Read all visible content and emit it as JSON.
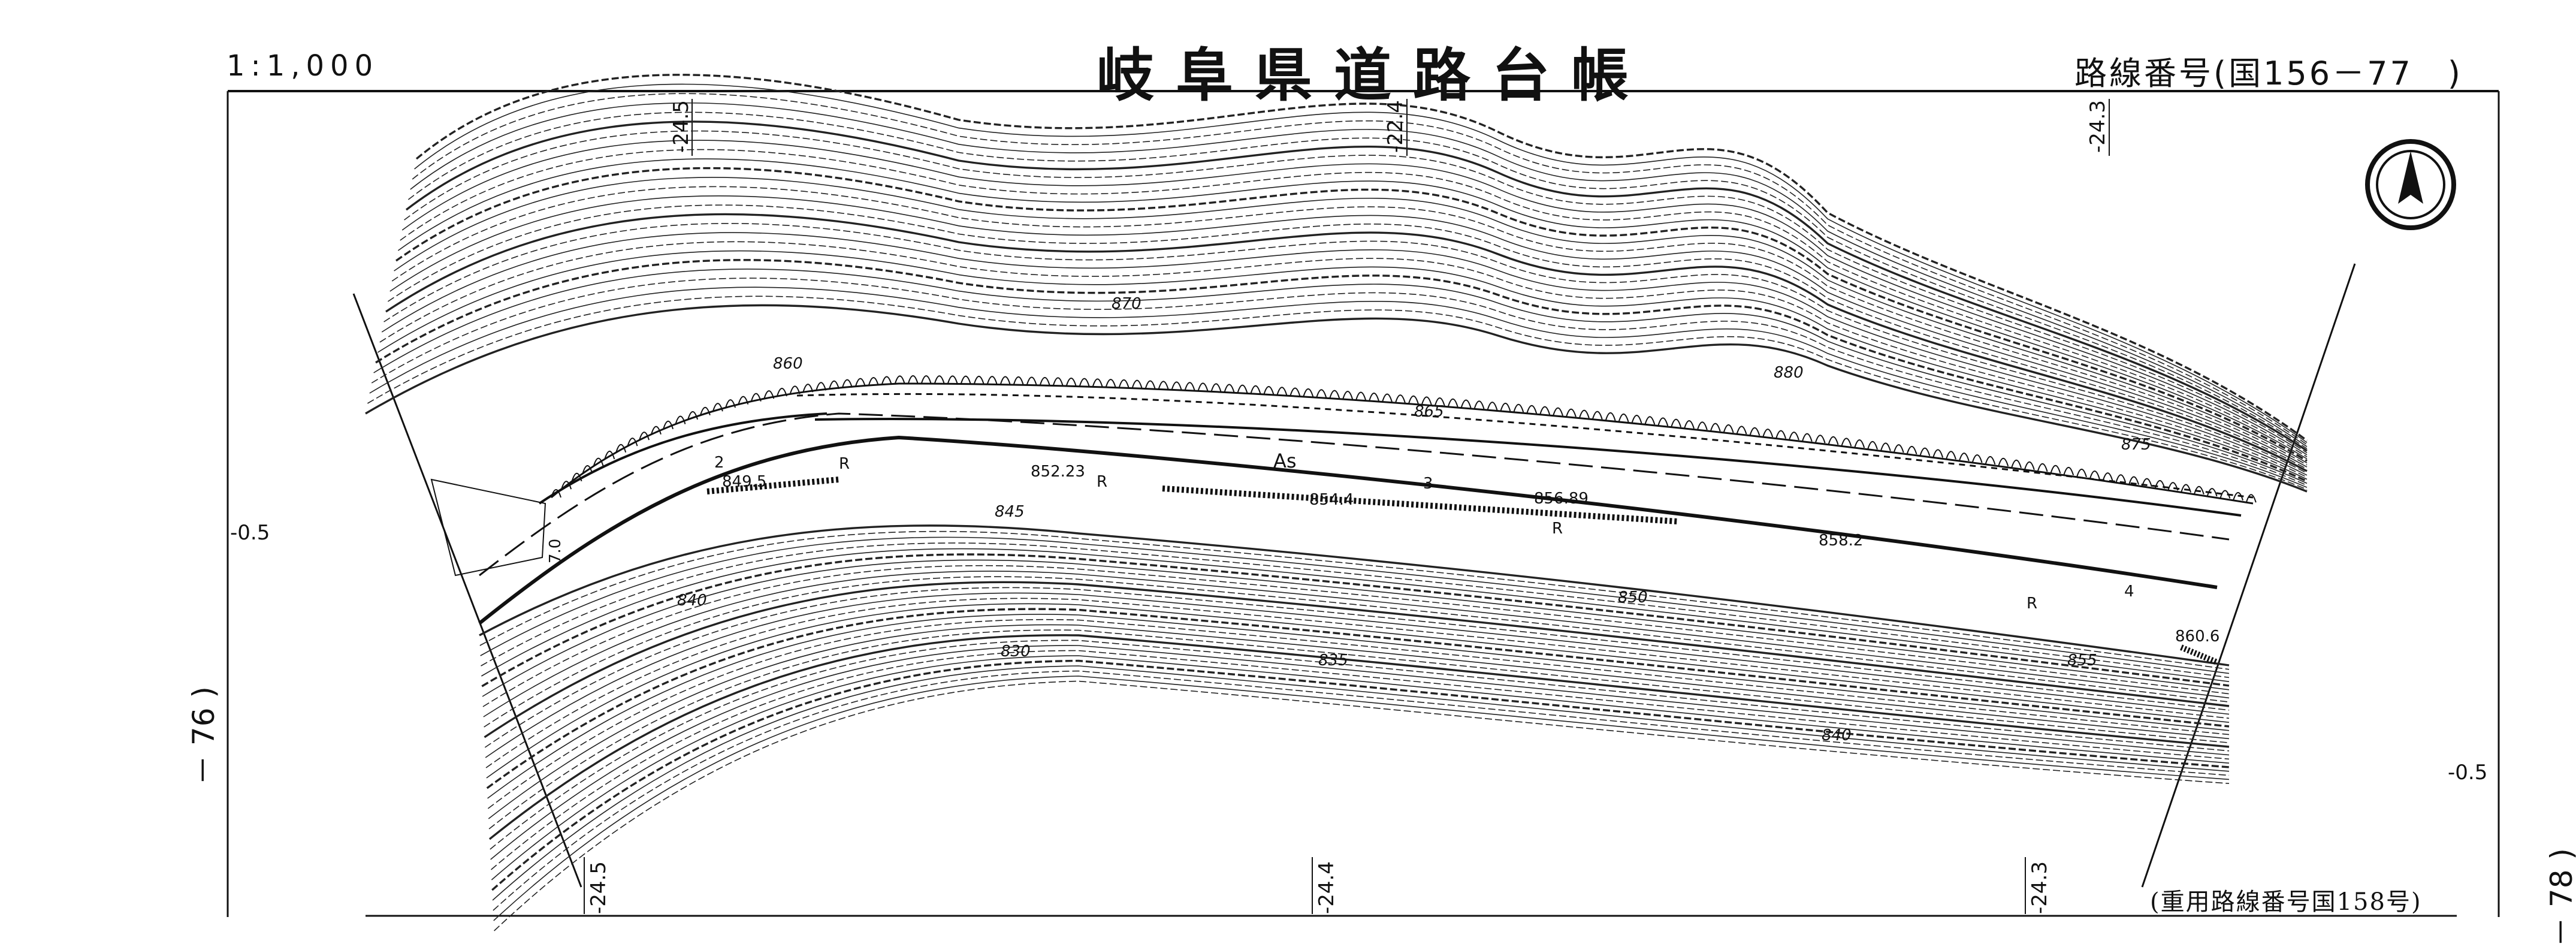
{
  "header": {
    "scale": "1:1,000",
    "title": "岐阜県道路台帳",
    "route": "路線番号(国156－77　)"
  },
  "footer": {
    "shared_route": "(重用路線番号国158号)"
  },
  "page_numbers": {
    "left": "－ 76 )",
    "right": "－ 78 )"
  },
  "stations": {
    "top": [
      "-24.5",
      "-22.4",
      "-24.3"
    ],
    "bottom": [
      "-24.5",
      "-24.4",
      "-24.3"
    ],
    "left_edge": "-0.5",
    "right_edge": "-0.5"
  },
  "contours": [
    "870",
    "860",
    "865",
    "880",
    "875",
    "845",
    "840",
    "830",
    "835",
    "850",
    "855",
    "840"
  ],
  "road_labels": {
    "surface": "As",
    "width_top": "2",
    "width_left": "7.0",
    "lane_3": "3",
    "lane_4": "4",
    "R_marks": [
      "R",
      "R",
      "R",
      "R"
    ]
  },
  "elevation_points": [
    "849.5",
    "852.23",
    "854.4",
    "856.89",
    "858.2",
    "860.6"
  ],
  "north_arrow": "north-arrow-icon",
  "colors": {
    "ink": "#111111",
    "paper": "#ffffff"
  }
}
